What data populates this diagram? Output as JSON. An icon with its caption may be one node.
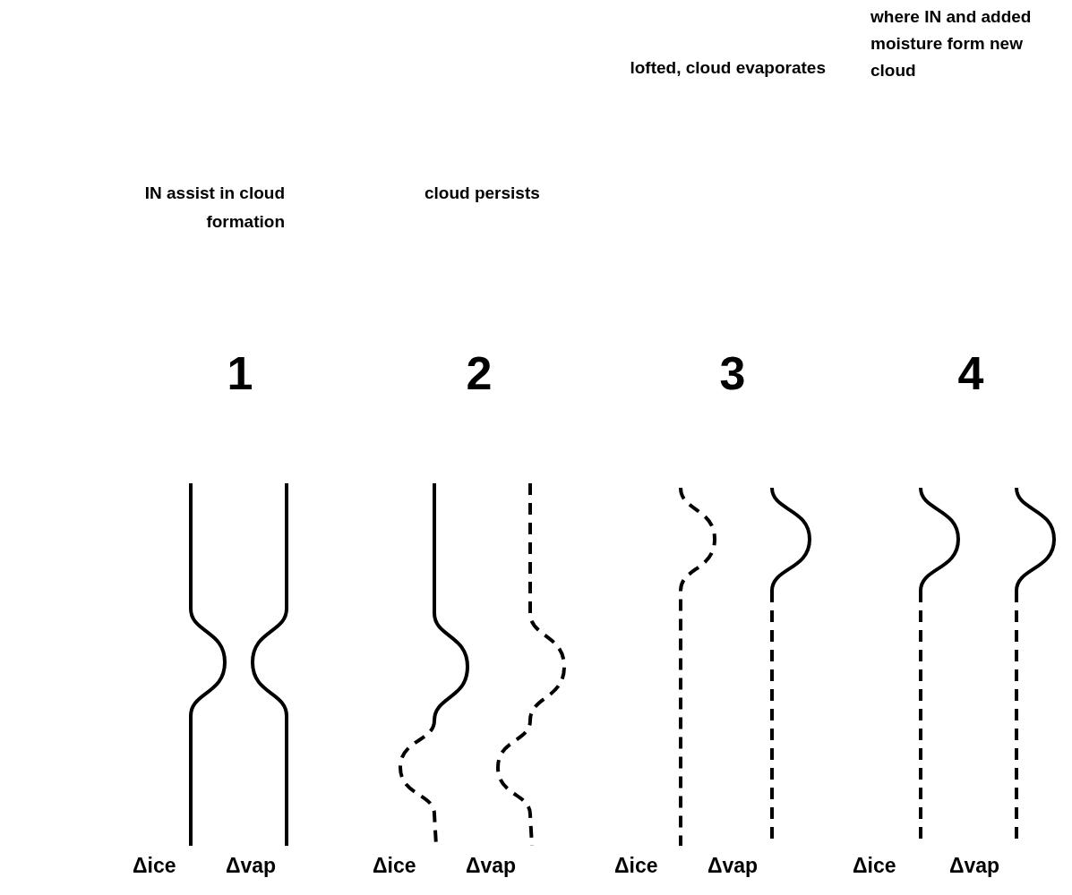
{
  "diagram": {
    "labels": [
      "where IN and added moisture form new cloud",
      "lofted, cloud evaporates",
      "IN assist in cloud formation",
      "cloud persists",
      "1",
      "2",
      "3",
      "4",
      "Δice",
      "Δvap",
      "Δice",
      "Δvap",
      "Δice",
      "Δvap",
      "Δice",
      "Δvap"
    ]
  }
}
